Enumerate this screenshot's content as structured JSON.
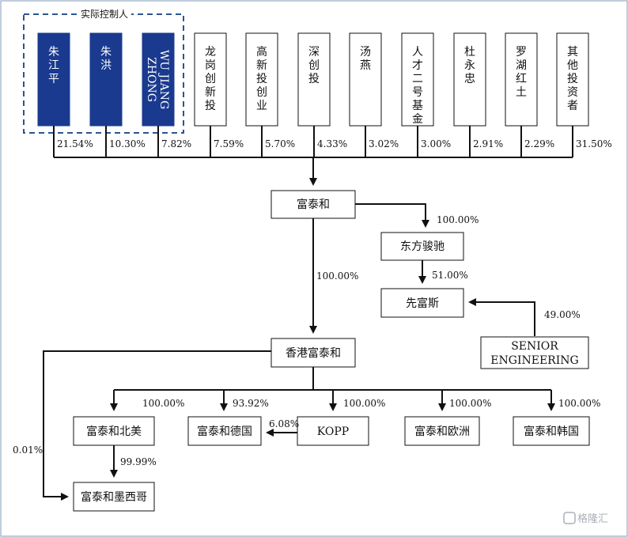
{
  "controller_group_label": "实际控制人",
  "shareholders": [
    {
      "name": "朱江平",
      "pct": "21.54%"
    },
    {
      "name": "朱洪",
      "pct": "10.30%"
    },
    {
      "name": "WU JIANG ZHONG",
      "pct": "7.82%"
    },
    {
      "name": "龙岗创新投",
      "pct": "7.59%"
    },
    {
      "name": "高新投创业",
      "pct": "5.70%"
    },
    {
      "name": "深创投",
      "pct": "4.33%"
    },
    {
      "name": "汤燕",
      "pct": "3.02%"
    },
    {
      "name": "人才二号基金",
      "pct": "3.00%"
    },
    {
      "name": "杜永忠",
      "pct": "2.91%"
    },
    {
      "name": "罗湖红土",
      "pct": "2.29%"
    },
    {
      "name": "其他投资者",
      "pct": "31.50%"
    }
  ],
  "entities": {
    "futaihe": "富泰和",
    "dongfang": "东方骏驰",
    "xianfusi": "先富斯",
    "senior": "SENIOR ENGINEERING",
    "hk": "香港富泰和",
    "na": "富泰和北美",
    "de": "富泰和德国",
    "kopp": "KOPP",
    "eu": "富泰和欧洲",
    "kr": "富泰和韩国",
    "mx": "富泰和墨西哥"
  },
  "edges": {
    "futaihe_dongfang": "100.00%",
    "futaihe_hk": "100.00%",
    "dongfang_xianfusi": "51.00%",
    "senior_xianfusi": "49.00%",
    "hk_na": "100.00%",
    "hk_de": "93.92%",
    "hk_kopp": "100.00%",
    "hk_eu": "100.00%",
    "hk_kr": "100.00%",
    "kopp_de": "6.08%",
    "na_mx": "99.99%",
    "hk_mx": "0.01%"
  },
  "watermark": "格隆汇",
  "colors": {
    "controller_fill": "#1a3a8f",
    "dash": "#2b5590",
    "frame": "#7f9bb8",
    "line": "#111111"
  }
}
